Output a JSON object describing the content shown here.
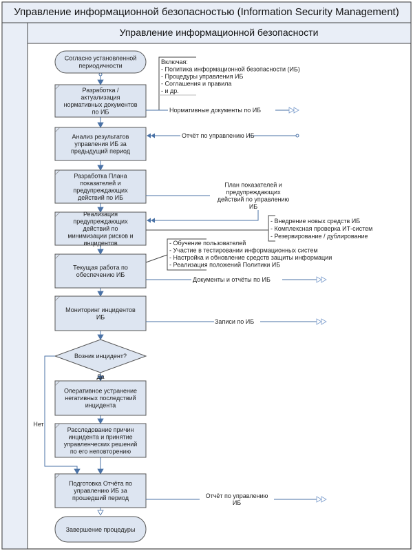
{
  "diagram": {
    "title": "Управление информационной безопасностью (Information Security Management)",
    "lane_title": "Управление информационной безопасности",
    "start": [
      "Согласно установленной",
      "периодичности"
    ],
    "steps": [
      [
        "Разработка /",
        "актуализация",
        "нормативных документов",
        "по ИБ"
      ],
      [
        "Анализ результатов",
        "управления ИБ за",
        "предыдущий период"
      ],
      [
        "Разработка Плана",
        "показателей и",
        "предупреждающих",
        "действий по ИБ"
      ],
      [
        "Реализация",
        "предупреждающих",
        "действий по",
        "минимизации рисков и",
        "инцидентов"
      ],
      [
        "Текущая работа по",
        "обеспечению ИБ"
      ],
      [
        "Мониторинг инцидентов",
        "ИБ"
      ],
      [
        "Оперативное устранение",
        "негативных последствий",
        "инцидента"
      ],
      [
        "Расследование причин",
        "инцидента и принятие",
        "управленческих решений",
        "по его неповторению"
      ],
      [
        "Подготовка Отчёта по",
        "управлению ИБ за",
        "прошедший период"
      ]
    ],
    "decision": "Возник инцидент?",
    "yes_label": "Да",
    "no_label": "Нет",
    "end": "Завершение процедуры",
    "notes": {
      "documents_list": [
        "Включая:",
        "- Политика информационной безопасности (ИБ)",
        "- Процедуры управления ИБ",
        "- Соглашения и правила",
        "- и др."
      ],
      "preventive_list": [
        "- Внедрение новых средств ИБ",
        "- Комплексная проверка ИТ-систем",
        "- Резервирование / дублирование"
      ],
      "current_work_list": [
        "- Обучение пользователей",
        "- Участие в тестировании информационных систем",
        "- Настройка и обновление средств защиты информации",
        "- Реализация положений Политики ИБ"
      ]
    },
    "flows": {
      "normative_docs": [
        "Нормативные документы по ИБ"
      ],
      "report_in": [
        "Отчёт по управлению ИБ"
      ],
      "plan": [
        "План показателей и",
        "предупреждающих",
        "действий по управлению",
        "ИБ"
      ],
      "docs_reports": [
        "Документы и отчёты по ИБ"
      ],
      "records": [
        "Записи по ИБ"
      ],
      "report_out": [
        "Отчёт по управлению",
        "ИБ"
      ]
    },
    "colors": {
      "shape_fill": "#dde5f1",
      "header_fill": "#e9eef7",
      "border": "#555555",
      "connector": "#4a72a6"
    }
  }
}
